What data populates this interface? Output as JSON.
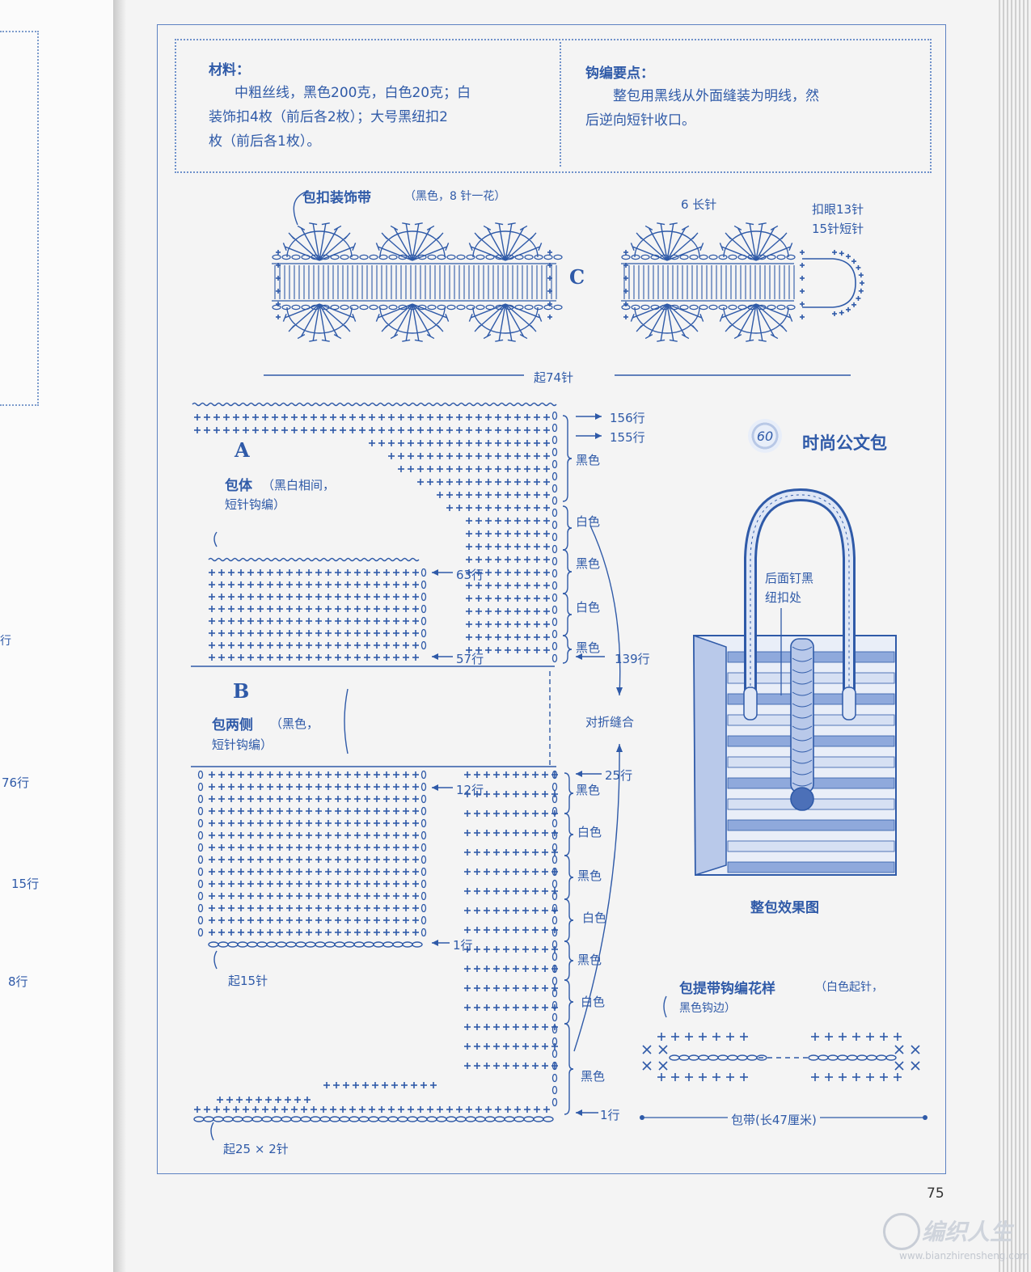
{
  "materials": {
    "heading": "材料：",
    "lines": [
      "中粗丝线，黑色200克，白色20克；白",
      "装饰扣4枚（前后各2枚）；大号黑纽扣2",
      "枚（前后各1枚）。"
    ]
  },
  "tips": {
    "heading": "钩编要点：",
    "lines": [
      "整包用黑线从外面缝装为明线，然",
      "后逆向短针收口。"
    ]
  },
  "strap_section": {
    "title": "包扣装饰带",
    "title_note": "（黑色，8 针一花）",
    "label_c": "C",
    "dc_note": "6 长针",
    "buttonhole_1": "扣眼13针",
    "buttonhole_2": "15针短针",
    "chain_label": "起74针"
  },
  "part_a": {
    "letter": "A",
    "title": "包体",
    "note1": "（黑白相间，",
    "note2": "短针钩编）",
    "rows": {
      "r156": "156行",
      "r155": "155行",
      "r63": "63行",
      "r57": "57行",
      "r139": "139行"
    },
    "colors": [
      "黑色",
      "白色",
      "黑色",
      "白色",
      "黑色"
    ]
  },
  "part_b": {
    "letter": "B",
    "title": "包两侧",
    "note1": "（黑色，",
    "note2": "短针钩编）",
    "fold": "对折缝合",
    "rows": {
      "r25": "25行",
      "r12": "12行",
      "r1a": "1行",
      "r1b": "1行"
    },
    "colors": [
      "黑色",
      "白色",
      "黑色",
      "白色",
      "黑色",
      "白色",
      "黑色"
    ],
    "chain_15": "起15针",
    "chain_25": "起25 × 2针"
  },
  "project": {
    "number": "60",
    "title": "时尚公文包"
  },
  "illustration": {
    "button_note1": "后面钉黑",
    "button_note2": "纽扣处",
    "caption": "整包效果图"
  },
  "handle": {
    "title": "包提带钩编花样",
    "note1": "（白色起针，",
    "note2": "黑色钩边）",
    "length": "包带(长47厘米)"
  },
  "left_page": {
    "r_top": "行",
    "r76": "76行",
    "r15": "15行",
    "r8": "8行"
  },
  "page_number": "75",
  "watermark": {
    "name": "编织人生",
    "url": "www.bianzhirensheng.com"
  },
  "colors": {
    "ink": "#2f5aa8",
    "paper": "#f4f4f4",
    "bag_fill": "#8fa9dc"
  }
}
